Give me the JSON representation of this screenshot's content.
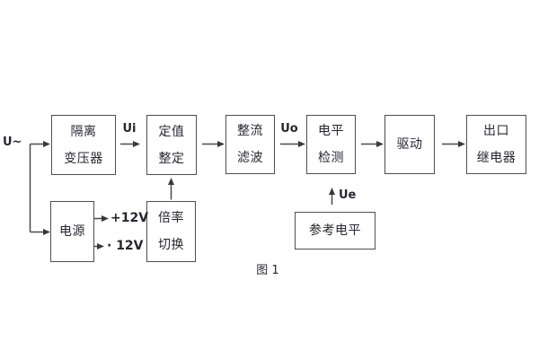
{
  "figure": {
    "caption": "图 1"
  },
  "diagram": {
    "input_label": "U~",
    "blocks": {
      "isolation_transformer": "隔离\n变压器",
      "setpoint_adjust": "定值\n整定",
      "rectifier_filter": "整流\n滤波",
      "level_detect": "电平\n检测",
      "drive": "驱动",
      "output_relay": "出口\n继电器",
      "power_supply": "电源",
      "ratio_switch": "倍率\n切换",
      "reference_level": "参考电平"
    },
    "signals": {
      "ui": "Ui",
      "uo": "Uo",
      "ue": "Ue",
      "rail_pos": "+12V",
      "rail_neg": "· 12V"
    },
    "colors": {
      "line": "#4a4a4a",
      "text": "#26262f",
      "background": "#ffffff"
    }
  }
}
